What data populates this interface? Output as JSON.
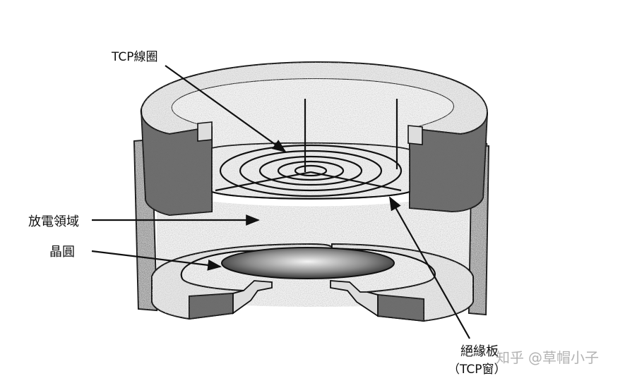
{
  "labels": {
    "tcp_coil": "TCP線圈",
    "discharge_region": "放電領域",
    "wafer": "晶圓",
    "insulator_line1": "絕緣板",
    "insulator_line2": "（TCP窗）"
  },
  "watermark": {
    "brand": "知乎",
    "author": "@草帽小子"
  },
  "colors": {
    "line": "#111111",
    "stipple_light": "#e4e4e4",
    "stipple_dark": "#7a7a7a",
    "background": "#ffffff"
  }
}
